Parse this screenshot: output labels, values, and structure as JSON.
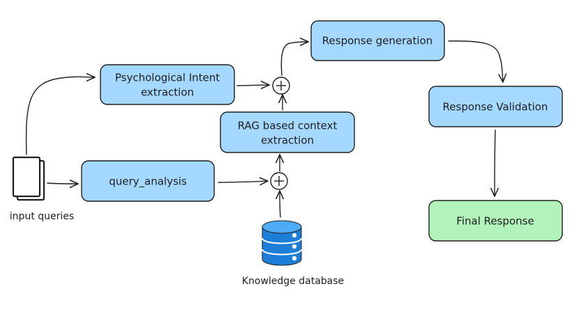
{
  "diagram": {
    "nodes": {
      "psychological_intent": {
        "line1": "Psychological Intent",
        "line2": "extraction"
      },
      "query_analysis": {
        "label": "query_analysis"
      },
      "rag_context": {
        "line1": "RAG based context",
        "line2": "extraction"
      },
      "response_generation": {
        "label": "Response generation"
      },
      "response_validation": {
        "label": "Response Validation"
      },
      "final_response": {
        "label": "Final Response"
      }
    },
    "labels": {
      "input_queries": "input queries",
      "knowledge_database": "Knowledge database"
    },
    "colors": {
      "process_fill": "#a5d8ff",
      "final_fill": "#b2f2bb",
      "database_fill": "#1c7ed6",
      "stroke": "#1e1e1e"
    }
  }
}
